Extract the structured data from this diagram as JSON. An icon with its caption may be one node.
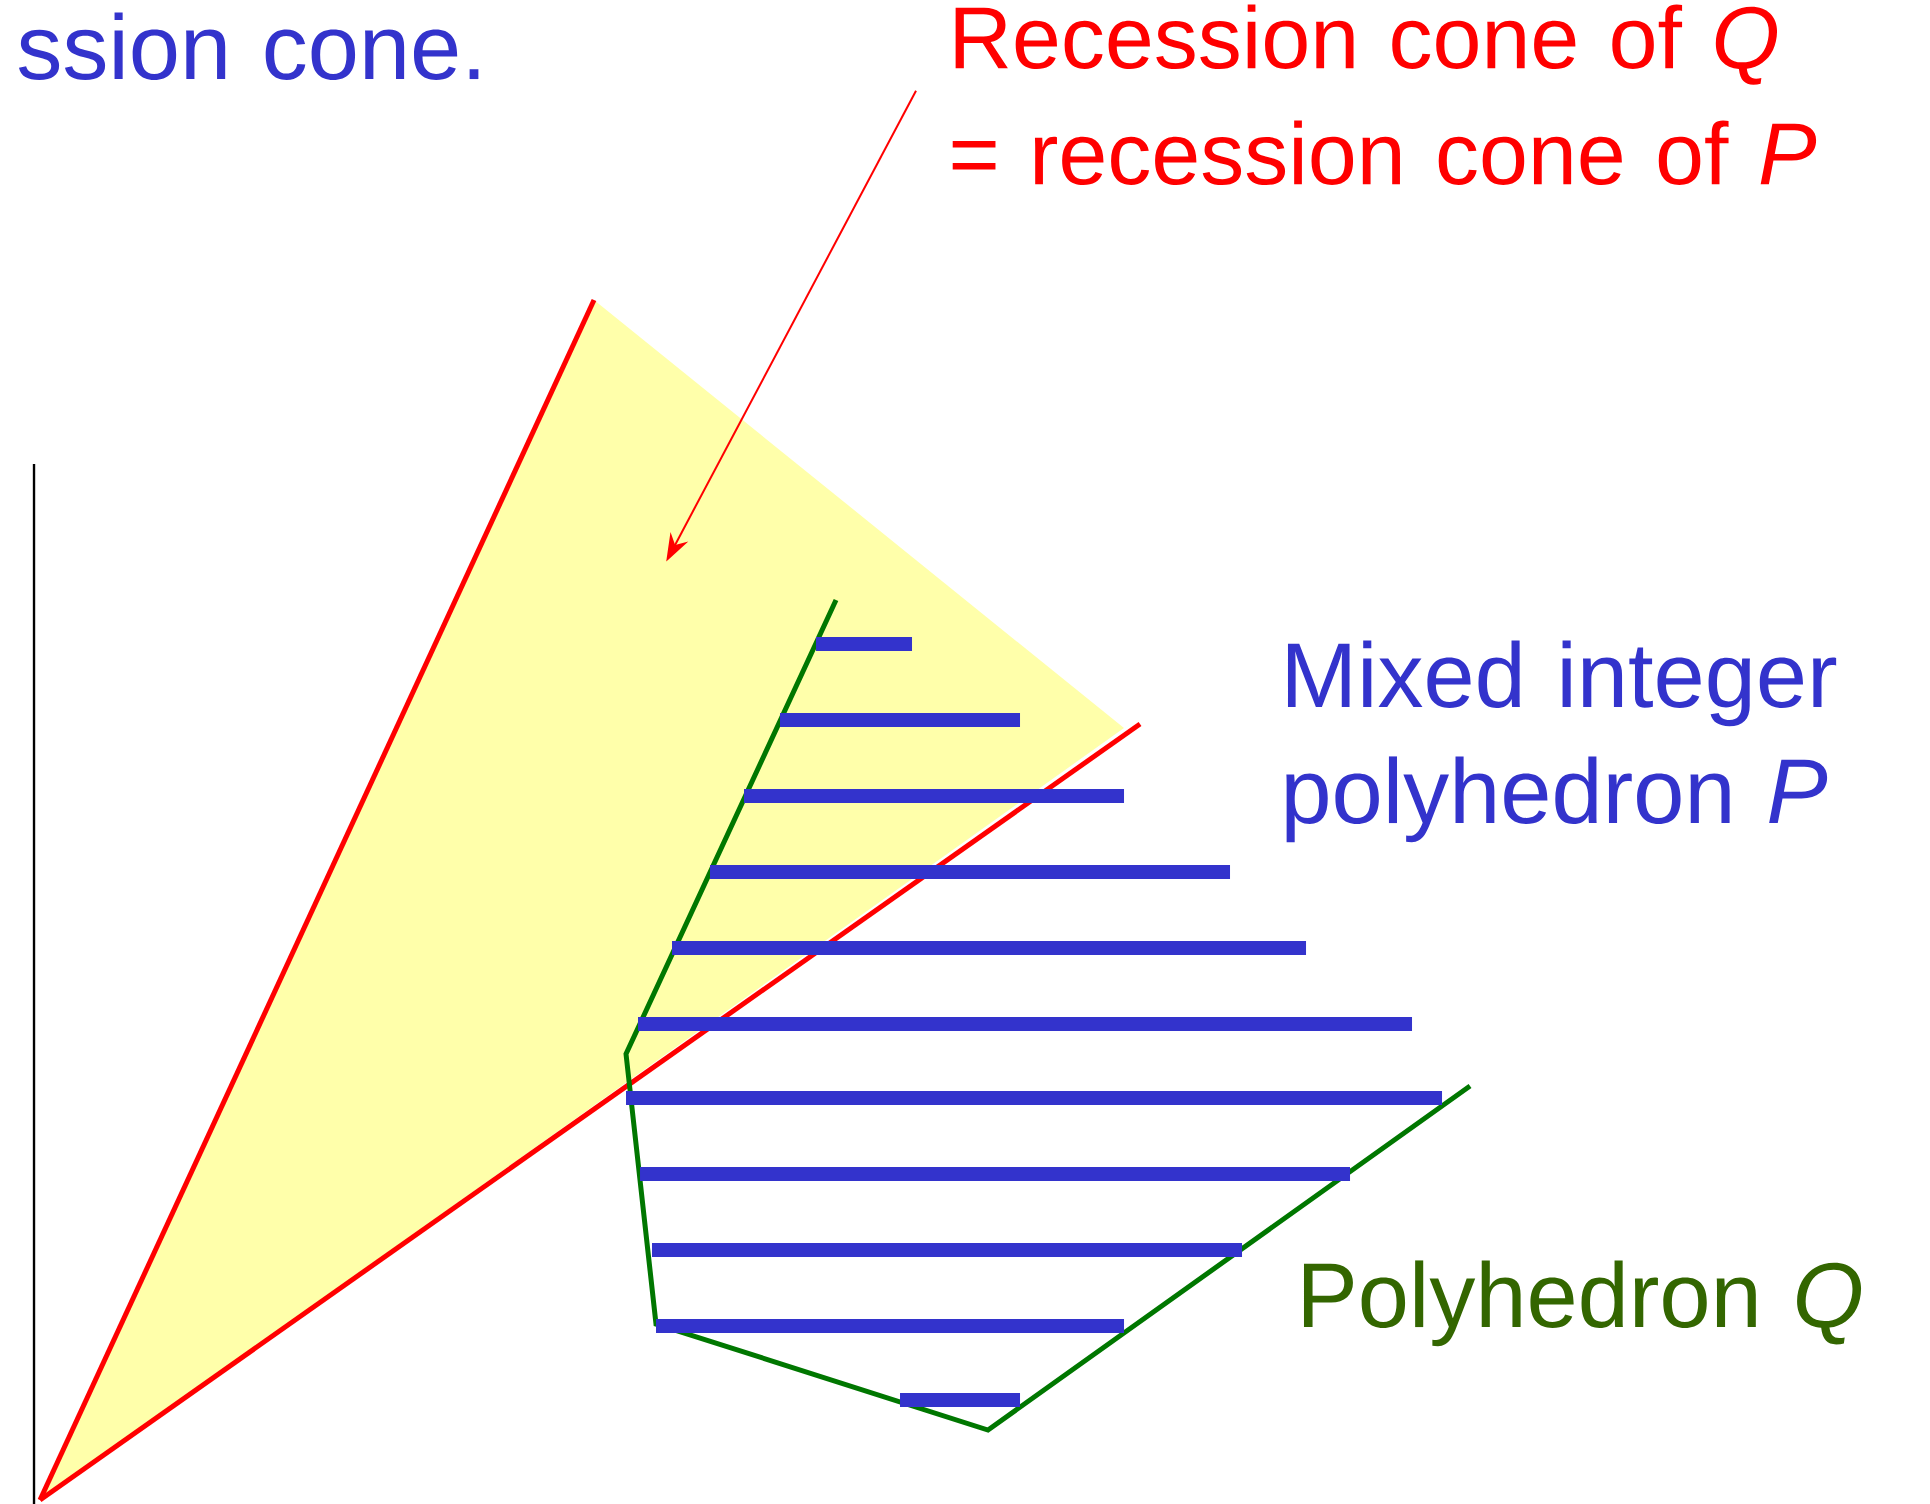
{
  "diagram": {
    "nodes": [
      {
        "text": [
          "Recession cone of *Q* = recession cone of *P*"
        ]
      },
      {
        "text": [],
        "shape": "triangle"
      }
    ],
    "edges": [
      {
        "from": 0,
        "to": 1,
        "arrow": "to",
        "color": "#ff0000"
      }
    ],
    "labels": [
      "ssion cone.",
      "Mixed integer polyhedron *P*",
      "Polyhedron *Q*"
    ]
  }
}
